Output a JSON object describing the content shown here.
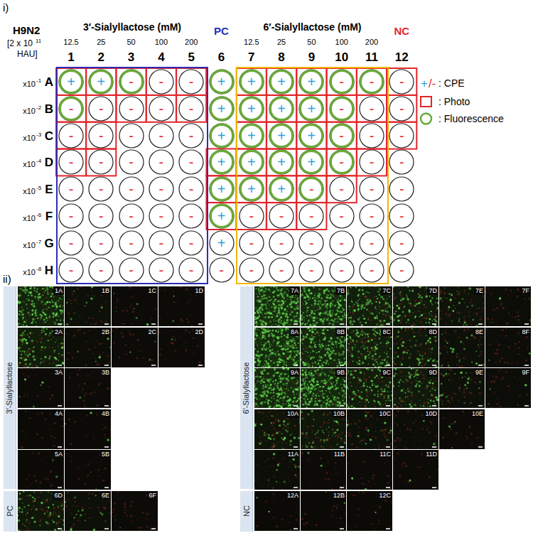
{
  "diagram": {
    "nodes": [
      {
        "text": [
          "3′-Sialyllactose (mM)"
        ]
      },
      {
        "text": [
          "6′-Sialyllactose (mM)"
        ]
      },
      {
        "text": [
          "+"
        ],
        "in": 0
      },
      {
        "text": [
          "+"
        ],
        "in": 0
      },
      {
        "text": [
          "-"
        ],
        "in": 0
      },
      {
        "text": [
          "-"
        ],
        "in": 0
      },
      {
        "text": [
          "-"
        ],
        "in": 0
      },
      {
        "text": [
          "+"
        ]
      },
      {
        "text": [
          "+"
        ],
        "in": 1
      },
      {
        "text": [
          "+"
        ],
        "in": 1
      },
      {
        "text": [
          "+"
        ],
        "in": 1
      },
      {
        "text": [
          "-"
        ],
        "in": 1
      },
      {
        "text": [
          "-"
        ],
        "in": 1
      },
      {
        "text": [
          "-"
        ]
      },
      {
        "text": [
          "-"
        ],
        "in": 0
      },
      {
        "text": [
          "-"
        ],
        "in": 0
      },
      {
        "text": [
          "-"
        ],
        "in": 0
      },
      {
        "text": [
          "-"
        ],
        "in": 0
      },
      {
        "text": [
          "-"
        ],
        "in": 0
      },
      {
        "text": [
          "+"
        ]
      },
      {
        "text": [
          "+"
        ],
        "in": 1
      },
      {
        "text": [
          "+"
        ],
        "in": 1
      },
      {
        "text": [
          "+"
        ],
        "in": 1
      },
      {
        "text": [
          "-"
        ],
        "in": 1
      },
      {
        "text": [
          "-"
        ],
        "in": 1
      },
      {
        "text": [
          "-"
        ]
      },
      {
        "text": [
          "-"
        ],
        "in": 0
      },
      {
        "text": [
          "-"
        ],
        "in": 0
      },
      {
        "text": [
          "-"
        ],
        "in": 0
      },
      {
        "text": [
          "-"
        ],
        "in": 0
      },
      {
        "text": [
          "-"
        ],
        "in": 0
      },
      {
        "text": [
          "+"
        ]
      },
      {
        "text": [
          "+"
        ],
        "in": 1
      },
      {
        "text": [
          "+"
        ],
        "in": 1
      },
      {
        "text": [
          "+"
        ],
        "in": 1
      },
      {
        "text": [
          "-"
        ],
        "in": 1
      },
      {
        "text": [
          "-"
        ],
        "in": 1
      },
      {
        "text": [
          "-"
        ]
      },
      {
        "text": [
          "-"
        ],
        "in": 0
      },
      {
        "text": [
          "-"
        ],
        "in": 0
      },
      {
        "text": [
          "-"
        ],
        "in": 0
      },
      {
        "text": [
          "-"
        ],
        "in": 0
      },
      {
        "text": [
          "-"
        ],
        "in": 0
      },
      {
        "text": [
          "+"
        ]
      },
      {
        "text": [
          "+"
        ],
        "in": 1
      },
      {
        "text": [
          "+"
        ],
        "in": 1
      },
      {
        "text": [
          "+"
        ],
        "in": 1
      },
      {
        "text": [
          "-"
        ],
        "in": 1
      },
      {
        "text": [
          "-"
        ],
        "in": 1
      },
      {
        "text": [
          "-"
        ]
      },
      {
        "text": [
          "-"
        ],
        "in": 0
      },
      {
        "text": [
          "-"
        ],
        "in": 0
      },
      {
        "text": [
          "-"
        ],
        "in": 0
      },
      {
        "text": [
          "-"
        ],
        "in": 0
      },
      {
        "text": [
          "-"
        ],
        "in": 0
      },
      {
        "text": [
          "+"
        ]
      },
      {
        "text": [
          "+"
        ],
        "in": 1
      },
      {
        "text": [
          "+"
        ],
        "in": 1
      },
      {
        "text": [
          "-"
        ],
        "in": 1
      },
      {
        "text": [
          "-"
        ],
        "in": 1
      },
      {
        "text": [
          "-"
        ],
        "in": 1
      },
      {
        "text": [
          "-"
        ]
      },
      {
        "text": [
          "-"
        ],
        "in": 0
      },
      {
        "text": [
          "-"
        ],
        "in": 0
      },
      {
        "text": [
          "-"
        ],
        "in": 0
      },
      {
        "text": [
          "-"
        ],
        "in": 0
      },
      {
        "text": [
          "-"
        ],
        "in": 0
      },
      {
        "text": [
          "+"
        ]
      },
      {
        "text": [
          "-"
        ],
        "in": 1
      },
      {
        "text": [
          "-"
        ],
        "in": 1
      },
      {
        "text": [
          "-"
        ],
        "in": 1
      },
      {
        "text": [
          "-"
        ],
        "in": 1
      },
      {
        "text": [
          "-"
        ],
        "in": 1
      },
      {
        "text": [
          "-"
        ]
      },
      {
        "text": [
          "-"
        ],
        "in": 0
      },
      {
        "text": [
          "-"
        ],
        "in": 0
      },
      {
        "text": [
          "-"
        ],
        "in": 0
      },
      {
        "text": [
          "-"
        ],
        "in": 0
      },
      {
        "text": [
          "-"
        ],
        "in": 0
      },
      {
        "text": [
          "+"
        ]
      },
      {
        "text": [
          "-"
        ],
        "in": 1
      },
      {
        "text": [
          "-"
        ],
        "in": 1
      },
      {
        "text": [
          "-"
        ],
        "in": 1
      },
      {
        "text": [
          "-"
        ],
        "in": 1
      },
      {
        "text": [
          "-"
        ],
        "in": 1
      },
      {
        "text": [
          "-"
        ]
      },
      {
        "text": [
          "-"
        ],
        "in": 0
      },
      {
        "text": [
          "-"
        ],
        "in": 0
      },
      {
        "text": [
          "-"
        ],
        "in": 0
      },
      {
        "text": [
          "-"
        ],
        "in": 0
      },
      {
        "text": [
          "-"
        ],
        "in": 0
      },
      {
        "text": [
          "-"
        ]
      },
      {
        "text": [
          "-"
        ],
        "in": 1
      },
      {
        "text": [
          "-"
        ],
        "in": 1
      },
      {
        "text": [
          "-"
        ],
        "in": 1
      },
      {
        "text": [
          "-"
        ],
        "in": 1
      },
      {
        "text": [
          "-"
        ],
        "in": 1
      },
      {
        "text": [
          "-"
        ]
      },
      {
        "text": [
          "3′-Sialyllactose"
        ]
      },
      {
        "text": [
          "PC"
        ]
      },
      {
        "text": [
          "1A"
        ]
      },
      {
        "text": [
          "1B"
        ]
      },
      {
        "text": [
          "1C"
        ]
      },
      {
        "text": [
          "1D"
        ]
      },
      {
        "text": [
          "2A"
        ]
      },
      {
        "text": [
          "2B"
        ]
      },
      {
        "text": [
          "2C"
        ]
      },
      {
        "text": [
          "2D"
        ]
      },
      {
        "text": [
          "3A"
        ]
      },
      {
        "text": [
          "3B"
        ]
      },
      {
        "text": [
          "4A"
        ]
      },
      {
        "text": [
          "4B"
        ]
      },
      {
        "text": [
          "5A"
        ]
      },
      {
        "text": [
          "5B"
        ]
      },
      {
        "text": [
          "6D"
        ]
      },
      {
        "text": [
          "6E"
        ]
      },
      {
        "text": [
          "6F"
        ]
      },
      {
        "text": [
          "6′-Sialyllactose"
        ]
      },
      {
        "text": [
          "NC"
        ]
      },
      {
        "text": [
          "7A"
        ]
      },
      {
        "text": [
          "7B"
        ]
      },
      {
        "text": [
          "7C"
        ]
      },
      {
        "text": [
          "7D"
        ]
      },
      {
        "text": [
          "7E"
        ]
      },
      {
        "text": [
          "7F"
        ]
      },
      {
        "text": [
          "8A"
        ]
      },
      {
        "text": [
          "8B"
        ]
      },
      {
        "text": [
          "8C"
        ]
      },
      {
        "text": [
          "8D"
        ]
      },
      {
        "text": [
          "8E"
        ]
      },
      {
        "text": [
          "8F"
        ]
      },
      {
        "text": [
          "9A"
        ]
      },
      {
        "text": [
          "9B"
        ]
      },
      {
        "text": [
          "9C"
        ]
      },
      {
        "text": [
          "9D"
        ]
      },
      {
        "text": [
          "9E"
        ]
      },
      {
        "text": [
          "9F"
        ]
      },
      {
        "text": [
          "10A"
        ]
      },
      {
        "text": [
          "10B"
        ]
      },
      {
        "text": [
          "10C"
        ]
      },
      {
        "text": [
          "10D"
        ]
      },
      {
        "text": [
          "10E"
        ]
      },
      {
        "text": [
          "11A"
        ]
      },
      {
        "text": [
          "11B"
        ]
      },
      {
        "text": [
          "11C"
        ]
      },
      {
        "text": [
          "11D"
        ]
      },
      {
        "text": [
          "12A"
        ]
      },
      {
        "text": [
          "12B"
        ]
      },
      {
        "text": [
          "12C"
        ]
      }
    ],
    "labels": [
      "i)",
      "H9N2",
      "[2 x 10",
      "11",
      "HAU]",
      "12.5",
      "25",
      "50",
      "100",
      "200",
      "12.5",
      "25",
      "50",
      "100",
      "200",
      "PC",
      "NC",
      "1",
      "2",
      "3",
      "4",
      "5",
      "6",
      "7",
      "8",
      "9",
      "10",
      "11",
      "12",
      "A",
      "B",
      "C",
      "D",
      "E",
      "F",
      "G",
      "H",
      "x10",
      "-1",
      "x10",
      "-2",
      "x10",
      "-3",
      "x10",
      "-4",
      "x10",
      "-5",
      "x10",
      "-6",
      "x10",
      "-7",
      "x10",
      "-8",
      "+",
      "/-",
      "ii)"
    ],
    "legend": [
      {
        "text": ": CPE"
      },
      {
        "text": ": Photo"
      },
      {
        "text": ": Fluorescence"
      }
    ]
  }
}
